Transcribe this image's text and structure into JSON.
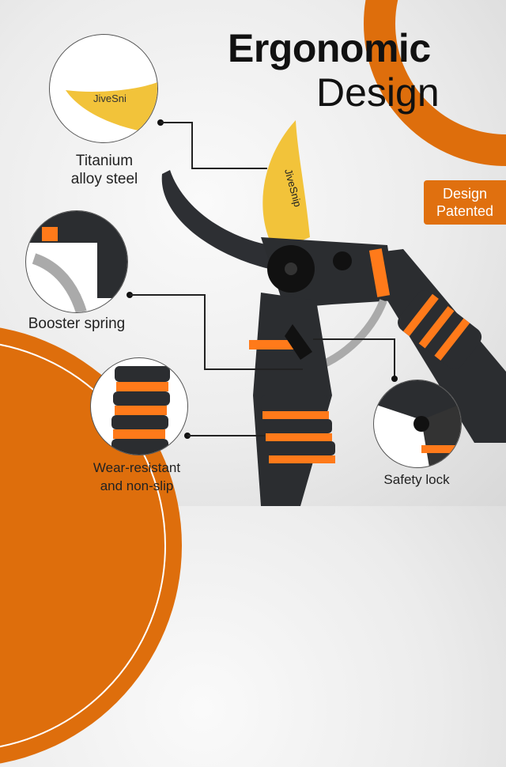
{
  "heading": {
    "line1": "Ergonomic",
    "line2": "Design"
  },
  "badge": {
    "line1": "Design",
    "line2": "Patented",
    "color": "#de6e0c"
  },
  "features": [
    {
      "label_line1": "Titanium",
      "label_line2": "alloy steel",
      "icon": "blade-closeup"
    },
    {
      "label_line1": "Booster spring",
      "icon": "spring-closeup"
    },
    {
      "label_line1": "Wear-resistant",
      "label_line2": "and non-slip",
      "icon": "grip-closeup"
    },
    {
      "label_line1": "Safety lock",
      "icon": "lock-closeup"
    }
  ],
  "product": {
    "brand_on_blade": "JiveSnip",
    "brand_on_closeup": "JiveSni"
  },
  "colors": {
    "accent": "#de6e0c",
    "grip_orange": "#ff7a1a",
    "body": "#2b2d30",
    "blade": "#f2c33a"
  }
}
